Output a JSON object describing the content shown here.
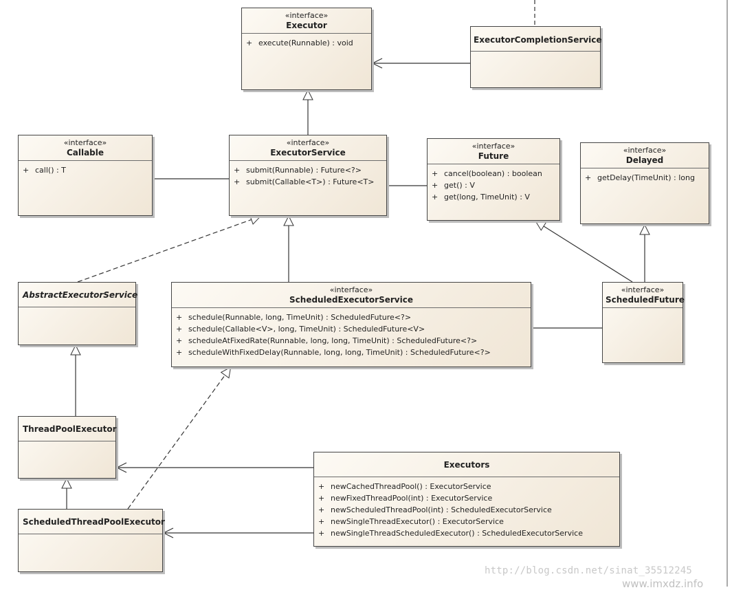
{
  "diagram": {
    "stereotype": "«interface»",
    "visibility_public": "+",
    "classes": {
      "executor": {
        "name": "Executor",
        "ops": [
          "execute(Runnable) : void"
        ]
      },
      "executor_completion_service": {
        "name": "ExecutorCompletionService"
      },
      "callable": {
        "name": "Callable",
        "ops": [
          "call() : T"
        ]
      },
      "executor_service": {
        "name": "ExecutorService",
        "ops": [
          "submit(Runnable) : Future<?>",
          "submit(Callable<T>) : Future<T>"
        ]
      },
      "future": {
        "name": "Future",
        "ops": [
          "cancel(boolean) : boolean",
          "get() : V",
          "get(long, TimeUnit) : V"
        ]
      },
      "delayed": {
        "name": "Delayed",
        "ops": [
          "getDelay(TimeUnit) : long"
        ]
      },
      "abstract_executor_service": {
        "name": "AbstractExecutorService"
      },
      "scheduled_executor_service": {
        "name": "ScheduledExecutorService",
        "ops": [
          "schedule(Runnable, long, TimeUnit) : ScheduledFuture<?>",
          "schedule(Callable<V>, long, TimeUnit) : ScheduledFuture<V>",
          "scheduleAtFixedRate(Runnable, long, long, TimeUnit) : ScheduledFuture<?>",
          "scheduleWithFixedDelay(Runnable, long, long, TimeUnit) : ScheduledFuture<?>"
        ]
      },
      "scheduled_future": {
        "name": "ScheduledFuture"
      },
      "thread_pool_executor": {
        "name": "ThreadPoolExecutor"
      },
      "scheduled_thread_pool_executor": {
        "name": "ScheduledThreadPoolExecutor"
      },
      "executors": {
        "name": "Executors",
        "ops": [
          "newCachedThreadPool() : ExecutorService",
          "newFixedThreadPool(int) : ExecutorService",
          "newScheduledThreadPool(int) : ScheduledExecutorService",
          "newSingleThreadExecutor() : ExecutorService",
          "newSingleThreadScheduledExecutor() : ScheduledExecutorService"
        ]
      }
    },
    "watermark": "http://blog.csdn.net/sinat_35512245",
    "watermark2": "www.imxdz.info",
    "colors": {
      "box_fill_light": "#fdfaf4",
      "box_fill_dark": "#f0e6d6",
      "line": "#333333"
    }
  }
}
